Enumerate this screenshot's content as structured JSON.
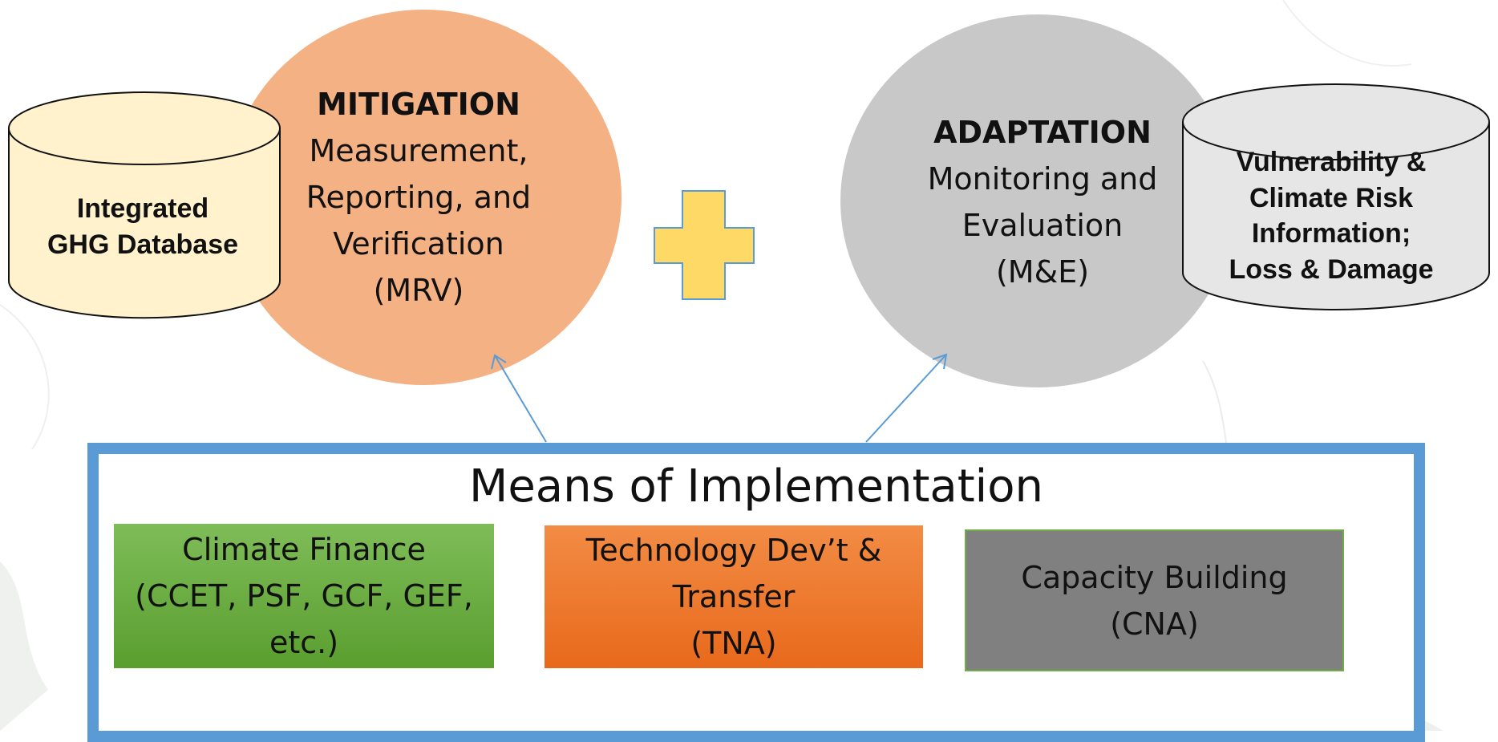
{
  "mitigation": {
    "title": "MITIGATION",
    "lines": [
      "Measurement,",
      "Reporting, and",
      "Verification",
      "(MRV)"
    ],
    "color": "#f4b183"
  },
  "adaptation": {
    "title": "ADAPTATION",
    "lines": [
      "Monitoring and",
      "Evaluation",
      "(M&E)"
    ],
    "color": "#c8c8c8"
  },
  "ghg_database": {
    "lines": [
      "Integrated",
      "GHG Database"
    ],
    "color": "#fff2cc"
  },
  "vulnerability": {
    "lines": [
      "Vulnerability &",
      "Climate Risk",
      "Information;",
      "Loss & Damage"
    ],
    "color": "#e6e6e6"
  },
  "plus_icon": {
    "color": "#ffd966"
  },
  "means": {
    "title": "Means of Implementation",
    "border_color": "#5b9bd5",
    "boxes": {
      "finance": [
        "Climate Finance",
        "(CCET, PSF, GCF, GEF,",
        "etc.)"
      ],
      "technology": [
        "Technology Dev’t &",
        "Transfer",
        "(TNA)"
      ],
      "capacity": [
        "Capacity Building",
        "(CNA)"
      ]
    }
  }
}
